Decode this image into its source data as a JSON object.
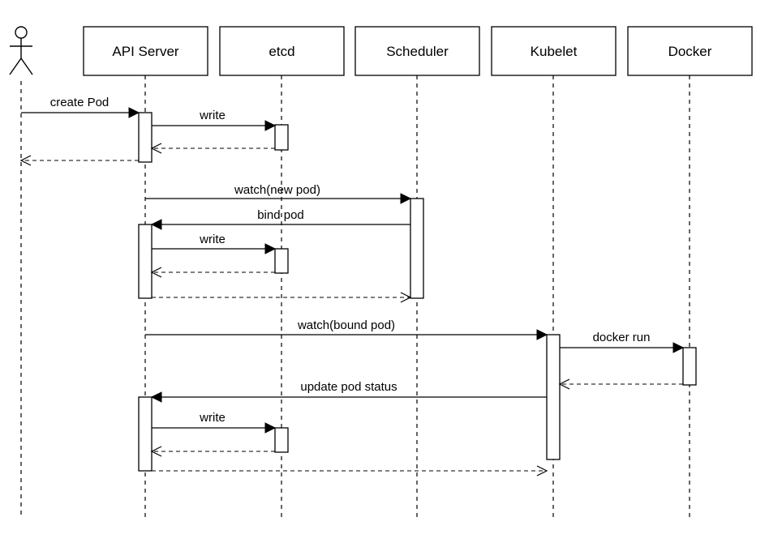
{
  "participants": {
    "actor": "user-actor",
    "api_server": "API Server",
    "etcd": "etcd",
    "scheduler": "Scheduler",
    "kubelet": "Kubelet",
    "docker": "Docker"
  },
  "messages": {
    "create_pod": "create Pod",
    "write_1": "write",
    "watch_new_pod": "watch(new pod)",
    "bind_pod": "bind pod",
    "write_2": "write",
    "watch_bound_pod": "watch(bound pod)",
    "docker_run": "docker run",
    "update_pod_status": "update pod status",
    "write_3": "write"
  },
  "colors": {
    "stroke": "#000000",
    "background": "#ffffff"
  }
}
